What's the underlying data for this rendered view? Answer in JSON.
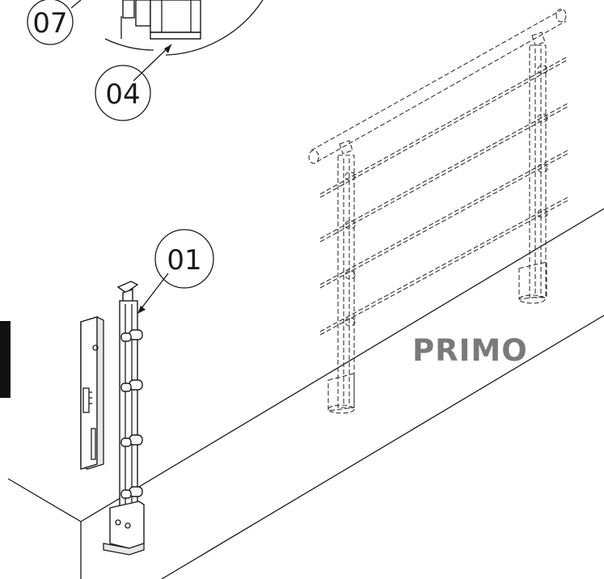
{
  "callouts": {
    "c07": "07",
    "c04": "04",
    "c01": "01"
  },
  "brand": {
    "name": "PRIMO",
    "color": "#7a7a7a"
  }
}
